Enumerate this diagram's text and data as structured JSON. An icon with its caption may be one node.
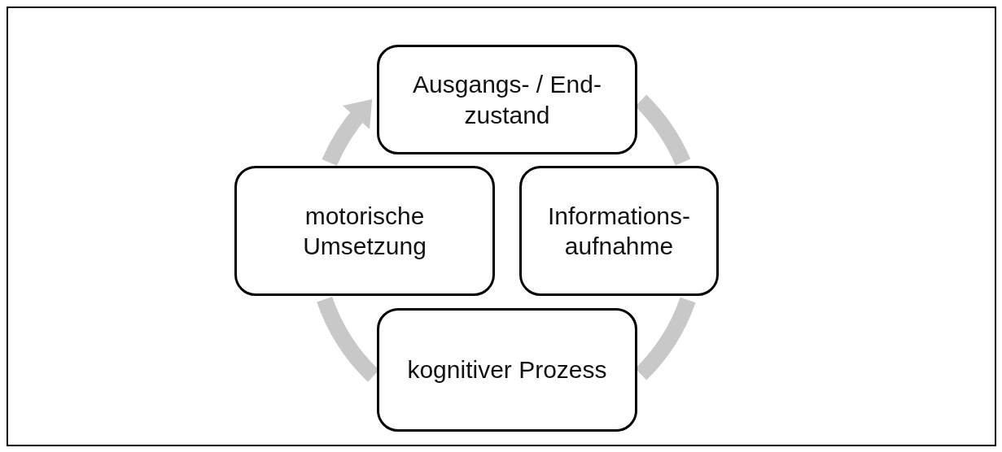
{
  "diagram": {
    "nodes": [
      {
        "text": [
          "Ausgangs- / End-zustand"
        ]
      },
      {
        "text": [
          "Informations-aufnahme"
        ]
      },
      {
        "text": [
          "kognitiver Prozess"
        ]
      },
      {
        "text": [
          "motorische Umsetzung"
        ]
      }
    ],
    "edges": [
      {
        "from": 0,
        "to": 1,
        "arrow": "none"
      },
      {
        "from": 1,
        "to": 2,
        "arrow": "none"
      },
      {
        "from": 2,
        "to": 3,
        "arrow": "none"
      },
      {
        "from": 3,
        "to": 0,
        "arrow": "to"
      }
    ]
  }
}
